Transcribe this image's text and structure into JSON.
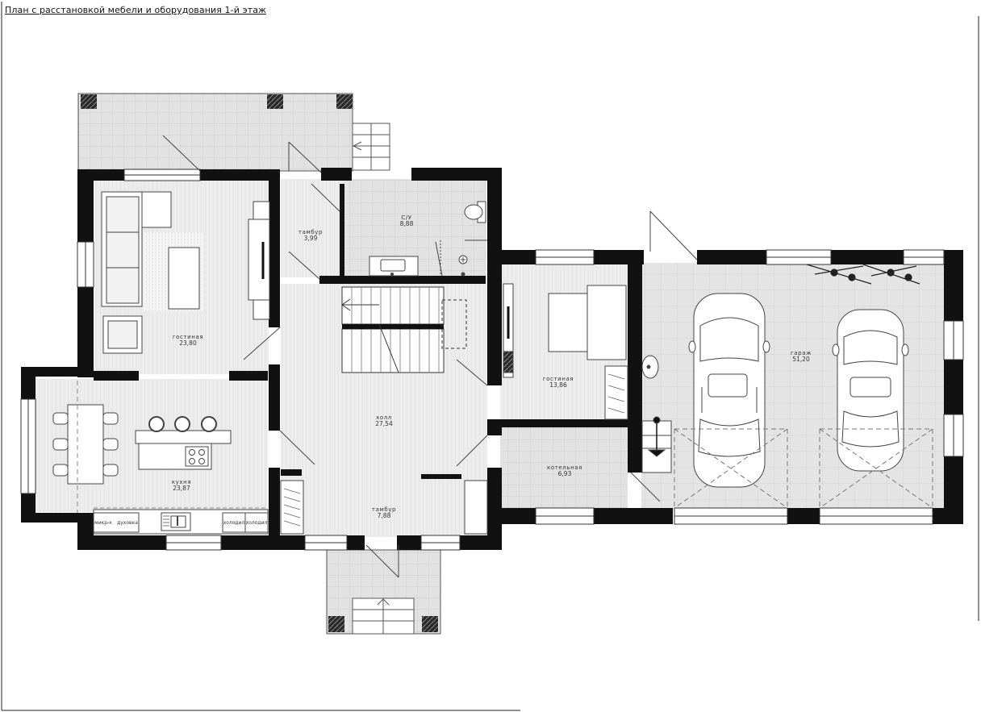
{
  "drawing": {
    "title": "План с расстановкой мебели и оборудования 1-й этаж"
  },
  "rooms": {
    "sanuzel": {
      "name": "С/У",
      "area": "8,88"
    },
    "tambur_n": {
      "name": "тамбур",
      "area": "3,99"
    },
    "living": {
      "name": "гостиная",
      "area": "23,80"
    },
    "kitchen": {
      "name": "кухня",
      "area": "23,87"
    },
    "hall": {
      "name": "холл",
      "area": "27,54"
    },
    "tambur_s": {
      "name": "тамбур",
      "area": "7,88"
    },
    "guest": {
      "name": "гостиная",
      "area": "13,86"
    },
    "boiler": {
      "name": "котельная",
      "area": "6,93"
    },
    "garage": {
      "name": "гараж",
      "area": "51,20"
    }
  },
  "appliances": {
    "microwave_oven": "микр-к",
    "oven": "духовка",
    "fridge_1": "холодил",
    "fridge_2": "холодил"
  },
  "colors": {
    "wall": "#111111",
    "floor_tile": "#e2e2e2",
    "floor_wood": "#e9e9e9",
    "grid_line": "#c8c8c8"
  }
}
